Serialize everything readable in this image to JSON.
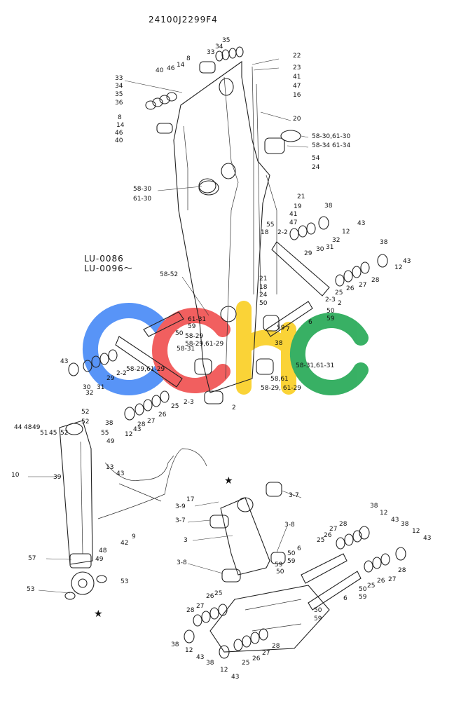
{
  "header": {
    "code": "24100J2299F4"
  },
  "serial": {
    "line1": "LU-0086",
    "line2": "LU-0096～"
  },
  "watermark": {
    "letters": [
      "C",
      "C",
      "H",
      "C"
    ],
    "colors": [
      "#3b82f6",
      "#ef4444",
      "#facc15",
      "#16a34a"
    ]
  },
  "labels": [
    "35",
    "34",
    "33",
    "8",
    "40",
    "46",
    "14",
    "22",
    "23",
    "41",
    "47",
    "16",
    "33",
    "34",
    "35",
    "36",
    "20",
    "8",
    "14",
    "46",
    "40",
    "58-30,61-30",
    "58-34 61-34",
    "54",
    "24",
    "58-30",
    "61-30",
    "21",
    "19",
    "41",
    "47",
    "38",
    "43",
    "12",
    "55",
    "18",
    "2-2",
    "32",
    "31",
    "30",
    "29",
    "38",
    "43",
    "12",
    "LU-0086",
    "LU-0096～",
    "58-52",
    "21",
    "18",
    "24",
    "50",
    "2-3",
    "2",
    "25",
    "26",
    "27",
    "28",
    "6",
    "59",
    "50",
    "59",
    "7",
    "50",
    "59",
    "61-31",
    "58-29",
    "58-31",
    "58-29,61-29",
    "38",
    "43",
    "32",
    "31",
    "30",
    "29",
    "2-2",
    "58-29,61-29",
    "58-31,61-31",
    "58,61",
    "58-29, 61-29",
    "2",
    "2-3",
    "25",
    "26",
    "27",
    "28",
    "12",
    "43",
    "38",
    "52",
    "52",
    "51",
    "45",
    "52",
    "44",
    "48",
    "49",
    "10",
    "55",
    "49",
    "13",
    "39",
    "43",
    "17",
    "3-9",
    "3-7",
    "3",
    "42",
    "9",
    "48",
    "49",
    "57",
    "53",
    "53",
    "3-7",
    "3-8",
    "3-8",
    "59",
    "50",
    "38",
    "12",
    "43",
    "28",
    "27",
    "26",
    "25",
    "38",
    "12",
    "43",
    "28",
    "27",
    "26",
    "25",
    "6",
    "50",
    "59",
    "6",
    "59",
    "50",
    "28",
    "27",
    "26",
    "25",
    "38",
    "12",
    "43",
    "38",
    "12",
    "43",
    "25",
    "26",
    "27",
    "28",
    "50",
    "59"
  ]
}
